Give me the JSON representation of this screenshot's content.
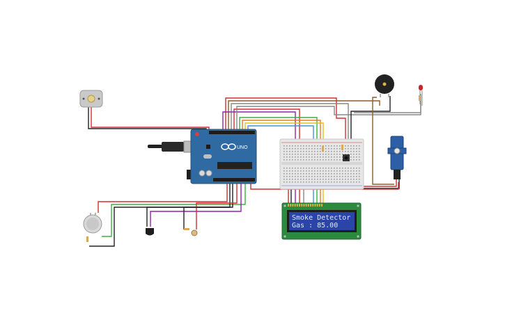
{
  "board": {
    "model": "UNO"
  },
  "lcd": {
    "line1": "Smoke Detector",
    "line2": "Gas : 85.00"
  },
  "colors": {
    "background": "#ffffff",
    "arduino_board": "#2f6aa3",
    "breadboard": "#e6e6e6",
    "lcd_pcb": "#2b8a3e",
    "lcd_screen": "#2a44a8",
    "servo_body": "#2c5fa6",
    "wire_red": "#d32f2f",
    "wire_black": "#222222",
    "wire_orange": "#e67e22",
    "wire_yellow": "#e3c21a",
    "wire_green": "#3cb043",
    "wire_purple": "#8e24aa",
    "wire_brown": "#8d5a2b",
    "wire_gray": "#888888"
  },
  "components": [
    {
      "name": "dc-motor",
      "icon": "dc-motor-icon"
    },
    {
      "name": "arduino-uno",
      "icon": "microcontroller-icon"
    },
    {
      "name": "breadboard",
      "icon": "breadboard-icon"
    },
    {
      "name": "piezo-buzzer",
      "icon": "buzzer-icon"
    },
    {
      "name": "red-led",
      "icon": "led-icon"
    },
    {
      "name": "servo-motor",
      "icon": "servo-icon"
    },
    {
      "name": "lcd-16x2",
      "icon": "lcd-icon"
    },
    {
      "name": "gas-sensor",
      "icon": "gas-sensor-icon"
    },
    {
      "name": "temperature-sensor",
      "icon": "temperature-sensor-icon"
    },
    {
      "name": "photoresistor",
      "icon": "photoresistor-icon"
    },
    {
      "name": "pushbutton",
      "icon": "pushbutton-icon"
    }
  ]
}
